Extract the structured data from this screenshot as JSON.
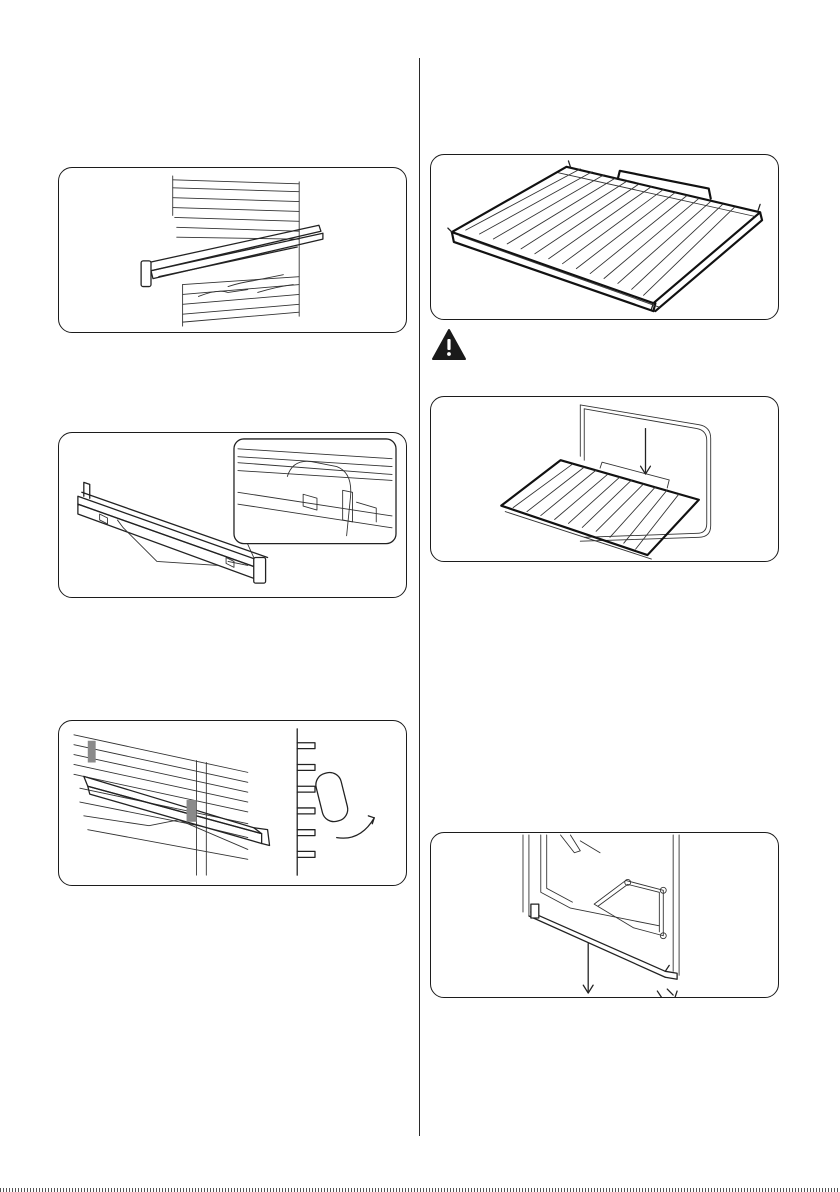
{
  "figures": [
    {
      "id": "fig-rail-rack",
      "icon": "telescopic-rail-on-side-rack"
    },
    {
      "id": "fig-rail-detail",
      "icon": "telescopic-rail-clip-detail"
    },
    {
      "id": "fig-rail-fit",
      "icon": "telescopic-rail-fitting-rotation"
    },
    {
      "id": "fig-wire-shelf",
      "icon": "wire-shelf"
    },
    {
      "id": "fig-shelf-in-oven",
      "icon": "wire-shelf-inserted-in-oven"
    },
    {
      "id": "fig-oven-door",
      "icon": "oven-door-removal"
    }
  ],
  "warning": {
    "icon": "warning-triangle-icon",
    "color": "#1a1a1a"
  },
  "colors": {
    "line": "#222222",
    "highlight": "#8a8a8a"
  }
}
